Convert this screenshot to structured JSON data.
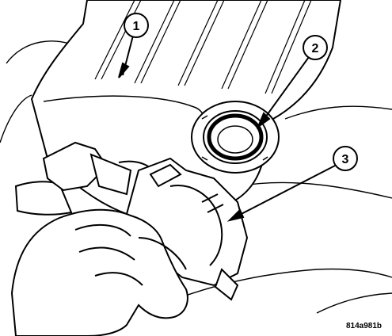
{
  "callouts": [
    {
      "number": "1"
    },
    {
      "number": "2"
    },
    {
      "number": "3"
    }
  ],
  "figure_code": "814a981b",
  "colors": {
    "stroke": "#000000",
    "fill": "#ffffff"
  }
}
